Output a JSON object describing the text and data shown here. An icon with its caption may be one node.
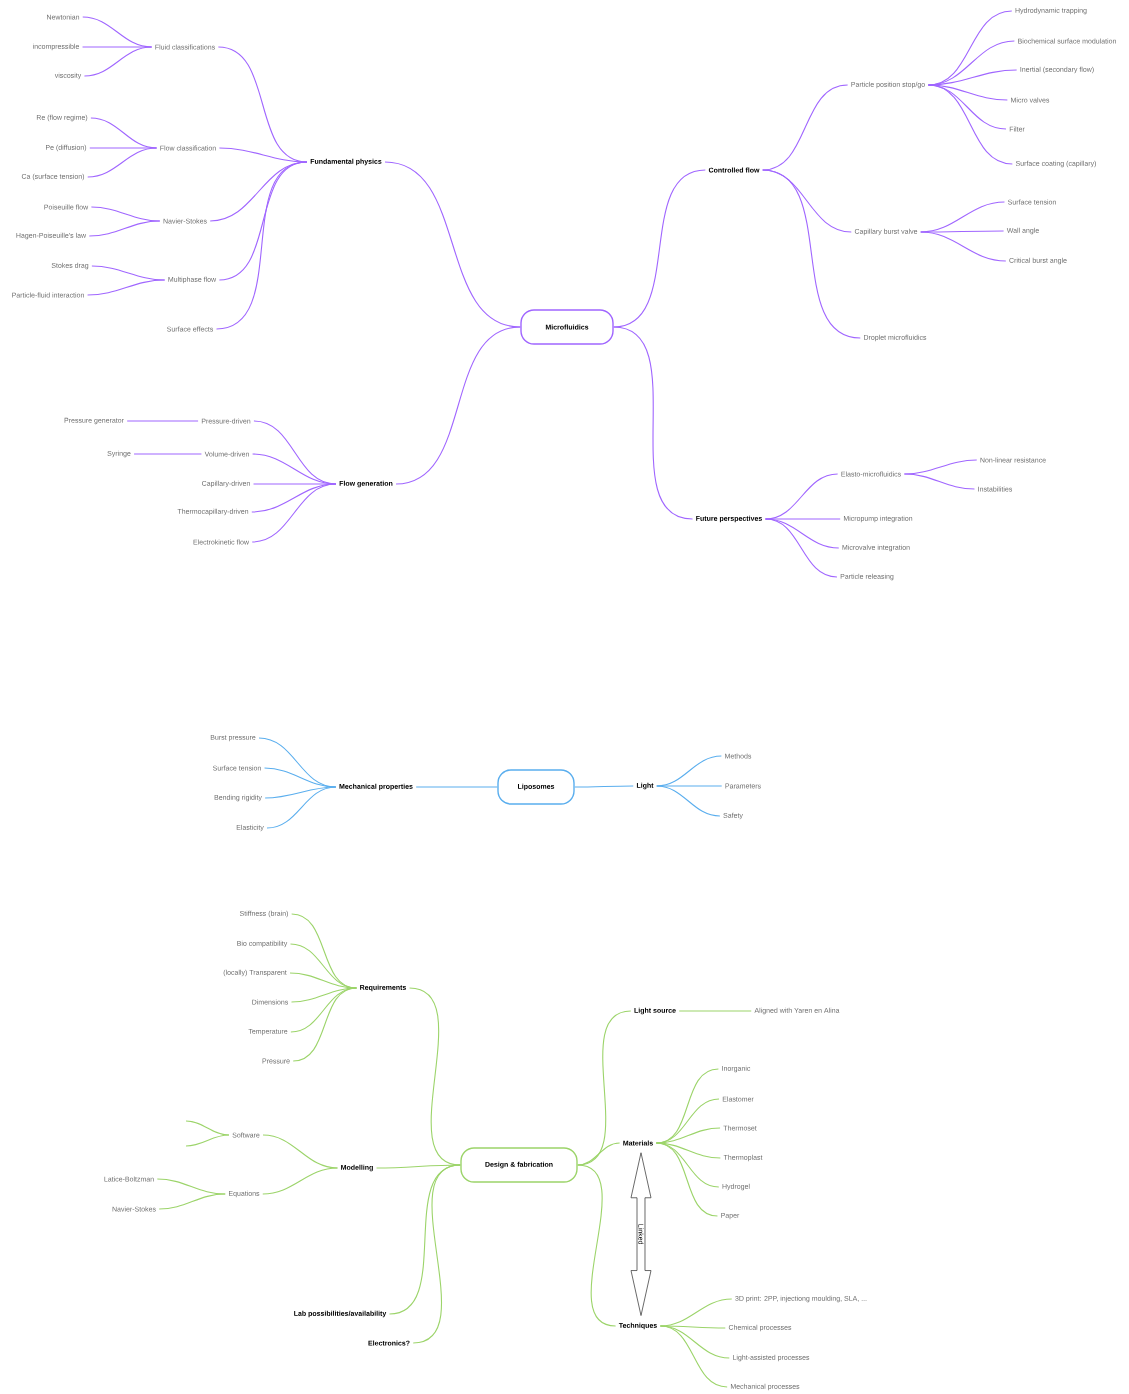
{
  "diagram": {
    "nodes": [
      {
        "text": [
          "Microfluidics"
        ]
      },
      {
        "text": [
          "Fundamental physics"
        ]
      },
      {
        "text": [
          "Fluid classifications"
        ]
      },
      {
        "text": [
          "Newtonian"
        ]
      },
      {
        "text": [
          "incompressible"
        ]
      },
      {
        "text": [
          "viscosity"
        ]
      },
      {
        "text": [
          "Flow classification"
        ]
      },
      {
        "text": [
          "Re (flow regime)"
        ]
      },
      {
        "text": [
          "Pe (diffusion)"
        ]
      },
      {
        "text": [
          "Ca (surface tension)"
        ]
      },
      {
        "text": [
          "Navier-Stokes"
        ]
      },
      {
        "text": [
          "Poiseuille flow"
        ]
      },
      {
        "text": [
          "Hagen-Poiseuille's law"
        ]
      },
      {
        "text": [
          "Multiphase flow"
        ]
      },
      {
        "text": [
          "Stokes drag"
        ]
      },
      {
        "text": [
          "Particle-fluid interaction"
        ]
      },
      {
        "text": [
          "Surface effects"
        ]
      },
      {
        "text": [
          "Controlled flow"
        ]
      },
      {
        "text": [
          "Particle position stop/go"
        ]
      },
      {
        "text": [
          "Hydrodynamic trapping"
        ]
      },
      {
        "text": [
          "Biochemical surface modulation"
        ]
      },
      {
        "text": [
          "Inertial (secondary flow)"
        ]
      },
      {
        "text": [
          "Micro valves"
        ]
      },
      {
        "text": [
          "Filter"
        ]
      },
      {
        "text": [
          "Surface coating (capillary)"
        ]
      },
      {
        "text": [
          "Capillary burst valve"
        ]
      },
      {
        "text": [
          "Surface tension"
        ]
      },
      {
        "text": [
          "Wall angle"
        ]
      },
      {
        "text": [
          "Critical burst angle"
        ]
      },
      {
        "text": [
          "Droplet microfluidics"
        ]
      },
      {
        "text": [
          "Flow generation"
        ]
      },
      {
        "text": [
          "Pressure-driven"
        ]
      },
      {
        "text": [
          "Pressure generator"
        ]
      },
      {
        "text": [
          "Volume-driven"
        ]
      },
      {
        "text": [
          "Syringe"
        ]
      },
      {
        "text": [
          "Capillary-driven"
        ]
      },
      {
        "text": [
          "Thermocapillary-driven"
        ]
      },
      {
        "text": [
          "Electrokinetic flow"
        ]
      },
      {
        "text": [
          "Future perspectives"
        ]
      },
      {
        "text": [
          "Elasto-microfluidics"
        ]
      },
      {
        "text": [
          "Non-linear resistance"
        ]
      },
      {
        "text": [
          "Instabilities"
        ]
      },
      {
        "text": [
          "Micropump integration"
        ]
      },
      {
        "text": [
          "Microvalve integration"
        ]
      },
      {
        "text": [
          "Particle releasing"
        ]
      },
      {
        "text": [
          "Liposomes"
        ]
      },
      {
        "text": [
          "Mechanical properties"
        ]
      },
      {
        "text": [
          "Burst pressure"
        ]
      },
      {
        "text": [
          "Surface tension"
        ]
      },
      {
        "text": [
          "Bending rigidity"
        ]
      },
      {
        "text": [
          "Elasticity"
        ]
      },
      {
        "text": [
          "Light"
        ]
      },
      {
        "text": [
          "Methods"
        ]
      },
      {
        "text": [
          "Parameters"
        ]
      },
      {
        "text": [
          "Safety"
        ]
      },
      {
        "text": [
          "Design & fabrication"
        ]
      },
      {
        "text": [
          "Requirements"
        ]
      },
      {
        "text": [
          "Stiffness (brain)"
        ]
      },
      {
        "text": [
          "Bio compatibility"
        ]
      },
      {
        "text": [
          "(locally) Transparent"
        ]
      },
      {
        "text": [
          "Dimensions"
        ]
      },
      {
        "text": [
          "Temperature"
        ]
      },
      {
        "text": [
          "Pressure"
        ]
      },
      {
        "text": [
          "Modelling"
        ]
      },
      {
        "text": [
          "Software"
        ]
      },
      {
        "text": [
          "Equations"
        ]
      },
      {
        "text": [
          "Latice-Boltzman"
        ]
      },
      {
        "text": [
          "Navier-Stokes"
        ]
      },
      {
        "text": [
          "Lab possibilities/availability"
        ]
      },
      {
        "text": [
          "Electronics?"
        ]
      },
      {
        "text": [
          "Light source"
        ]
      },
      {
        "text": [
          "Aligned with Yaren en Alina"
        ]
      },
      {
        "text": [
          "Materials"
        ]
      },
      {
        "text": [
          "Inorganic"
        ]
      },
      {
        "text": [
          "Elastomer"
        ]
      },
      {
        "text": [
          "Thermoset"
        ]
      },
      {
        "text": [
          "Thermoplast"
        ]
      },
      {
        "text": [
          "Hydrogel"
        ]
      },
      {
        "text": [
          "Paper"
        ]
      },
      {
        "text": [
          "Techniques"
        ]
      },
      {
        "text": [
          "3D print: 2PP, injectiong moulding, SLA, ..."
        ]
      },
      {
        "text": [
          "Chemical processes"
        ]
      },
      {
        "text": [
          "Light-assisted processes"
        ]
      },
      {
        "text": [
          "Mechanical processes"
        ]
      }
    ],
    "edges": [
      {
        "from": 0,
        "to": 1,
        "arrow": "none"
      },
      {
        "from": 1,
        "to": 2,
        "arrow": "none"
      },
      {
        "from": 2,
        "to": 3,
        "arrow": "none"
      },
      {
        "from": 2,
        "to": 4,
        "arrow": "none"
      },
      {
        "from": 2,
        "to": 5,
        "arrow": "none"
      },
      {
        "from": 1,
        "to": 6,
        "arrow": "none"
      },
      {
        "from": 6,
        "to": 7,
        "arrow": "none"
      },
      {
        "from": 6,
        "to": 8,
        "arrow": "none"
      },
      {
        "from": 6,
        "to": 9,
        "arrow": "none"
      },
      {
        "from": 1,
        "to": 10,
        "arrow": "none"
      },
      {
        "from": 10,
        "to": 11,
        "arrow": "none"
      },
      {
        "from": 10,
        "to": 12,
        "arrow": "none"
      },
      {
        "from": 1,
        "to": 13,
        "arrow": "none"
      },
      {
        "from": 13,
        "to": 14,
        "arrow": "none"
      },
      {
        "from": 13,
        "to": 15,
        "arrow": "none"
      },
      {
        "from": 1,
        "to": 16,
        "arrow": "none"
      },
      {
        "from": 0,
        "to": 17,
        "arrow": "none"
      },
      {
        "from": 17,
        "to": 18,
        "arrow": "none"
      },
      {
        "from": 18,
        "to": 19,
        "arrow": "none"
      },
      {
        "from": 18,
        "to": 20,
        "arrow": "none"
      },
      {
        "from": 18,
        "to": 21,
        "arrow": "none"
      },
      {
        "from": 18,
        "to": 22,
        "arrow": "none"
      },
      {
        "from": 18,
        "to": 23,
        "arrow": "none"
      },
      {
        "from": 18,
        "to": 24,
        "arrow": "none"
      },
      {
        "from": 17,
        "to": 25,
        "arrow": "none"
      },
      {
        "from": 25,
        "to": 26,
        "arrow": "none"
      },
      {
        "from": 25,
        "to": 27,
        "arrow": "none"
      },
      {
        "from": 25,
        "to": 28,
        "arrow": "none"
      },
      {
        "from": 17,
        "to": 29,
        "arrow": "none"
      },
      {
        "from": 0,
        "to": 30,
        "arrow": "none"
      },
      {
        "from": 30,
        "to": 31,
        "arrow": "none"
      },
      {
        "from": 31,
        "to": 32,
        "arrow": "none"
      },
      {
        "from": 30,
        "to": 33,
        "arrow": "none"
      },
      {
        "from": 33,
        "to": 34,
        "arrow": "none"
      },
      {
        "from": 30,
        "to": 35,
        "arrow": "none"
      },
      {
        "from": 30,
        "to": 36,
        "arrow": "none"
      },
      {
        "from": 30,
        "to": 37,
        "arrow": "none"
      },
      {
        "from": 0,
        "to": 38,
        "arrow": "none"
      },
      {
        "from": 38,
        "to": 39,
        "arrow": "none"
      },
      {
        "from": 39,
        "to": 40,
        "arrow": "none"
      },
      {
        "from": 39,
        "to": 41,
        "arrow": "none"
      },
      {
        "from": 38,
        "to": 42,
        "arrow": "none"
      },
      {
        "from": 38,
        "to": 43,
        "arrow": "none"
      },
      {
        "from": 38,
        "to": 44,
        "arrow": "none"
      },
      {
        "from": 45,
        "to": 46,
        "arrow": "none",
        "color": "#5aaeee"
      },
      {
        "from": 46,
        "to": 47,
        "arrow": "none",
        "color": "#5aaeee"
      },
      {
        "from": 46,
        "to": 48,
        "arrow": "none",
        "color": "#5aaeee"
      },
      {
        "from": 46,
        "to": 49,
        "arrow": "none",
        "color": "#5aaeee"
      },
      {
        "from": 46,
        "to": 50,
        "arrow": "none",
        "color": "#5aaeee"
      },
      {
        "from": 45,
        "to": 51,
        "arrow": "none",
        "color": "#5aaeee"
      },
      {
        "from": 51,
        "to": 52,
        "arrow": "none",
        "color": "#5aaeee"
      },
      {
        "from": 51,
        "to": 53,
        "arrow": "none",
        "color": "#5aaeee"
      },
      {
        "from": 51,
        "to": 54,
        "arrow": "none",
        "color": "#5aaeee"
      },
      {
        "from": 55,
        "to": 56,
        "arrow": "none",
        "color": "#9cd46a"
      },
      {
        "from": 56,
        "to": 57,
        "arrow": "none",
        "color": "#9cd46a"
      },
      {
        "from": 56,
        "to": 58,
        "arrow": "none",
        "color": "#9cd46a"
      },
      {
        "from": 56,
        "to": 59,
        "arrow": "none",
        "color": "#9cd46a"
      },
      {
        "from": 56,
        "to": 60,
        "arrow": "none",
        "color": "#9cd46a"
      },
      {
        "from": 56,
        "to": 61,
        "arrow": "none",
        "color": "#9cd46a"
      },
      {
        "from": 56,
        "to": 62,
        "arrow": "none",
        "color": "#9cd46a"
      },
      {
        "from": 55,
        "to": 63,
        "arrow": "none",
        "color": "#9cd46a"
      },
      {
        "from": 63,
        "to": 64,
        "arrow": "none",
        "color": "#9cd46a"
      },
      {
        "from": 63,
        "to": 65,
        "arrow": "none",
        "color": "#9cd46a"
      },
      {
        "from": 65,
        "to": 66,
        "arrow": "none",
        "color": "#9cd46a"
      },
      {
        "from": 65,
        "to": 67,
        "arrow": "none",
        "color": "#9cd46a"
      },
      {
        "from": 55,
        "to": 68,
        "arrow": "none",
        "color": "#9cd46a"
      },
      {
        "from": 55,
        "to": 69,
        "arrow": "none",
        "color": "#9cd46a"
      },
      {
        "from": 55,
        "to": 70,
        "arrow": "none",
        "color": "#9cd46a"
      },
      {
        "from": 70,
        "to": 71,
        "arrow": "none",
        "color": "#9cd46a"
      },
      {
        "from": 55,
        "to": 72,
        "arrow": "none",
        "color": "#9cd46a"
      },
      {
        "from": 72,
        "to": 73,
        "arrow": "none",
        "color": "#9cd46a"
      },
      {
        "from": 72,
        "to": 74,
        "arrow": "none",
        "color": "#9cd46a"
      },
      {
        "from": 72,
        "to": 75,
        "arrow": "none",
        "color": "#9cd46a"
      },
      {
        "from": 72,
        "to": 76,
        "arrow": "none",
        "color": "#9cd46a"
      },
      {
        "from": 72,
        "to": 77,
        "arrow": "none",
        "color": "#9cd46a"
      },
      {
        "from": 72,
        "to": 78,
        "arrow": "none",
        "color": "#9cd46a"
      },
      {
        "from": 55,
        "to": 79,
        "arrow": "none",
        "color": "#9cd46a"
      },
      {
        "from": 79,
        "to": 80,
        "arrow": "none",
        "color": "#9cd46a"
      },
      {
        "from": 79,
        "to": 81,
        "arrow": "none",
        "color": "#9cd46a"
      },
      {
        "from": 79,
        "to": 82,
        "arrow": "none",
        "color": "#9cd46a"
      },
      {
        "from": 79,
        "to": 83,
        "arrow": "none",
        "color": "#9cd46a"
      },
      {
        "from": 64,
        "to": null,
        "arrow": "none",
        "color": "#9cd46a"
      },
      {
        "from": 64,
        "to": null,
        "arrow": "none",
        "color": "#9cd46a"
      },
      {
        "from": 72,
        "to": 79,
        "arrow": "both",
        "label": "Linked",
        "color": "#444444"
      }
    ]
  }
}
